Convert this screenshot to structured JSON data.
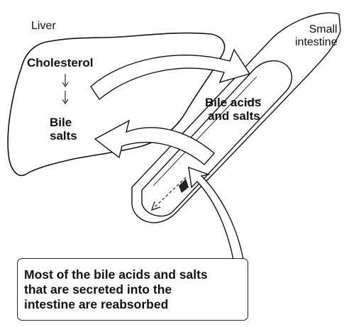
{
  "labels": {
    "liver": "Liver",
    "small_intestine": [
      "Small",
      "intestine"
    ],
    "cholesterol": "Cholesterol",
    "bile_salts": [
      "Bile",
      "salts"
    ],
    "bile_acids_salts": [
      "Bile acids",
      "and salts"
    ]
  },
  "callout_lines": [
    "Most of the bile acids and salts",
    "that are secreted into the",
    "intestine are reabsorbed"
  ],
  "colors": {
    "stroke": "#111111",
    "fill": "#ffffff"
  }
}
